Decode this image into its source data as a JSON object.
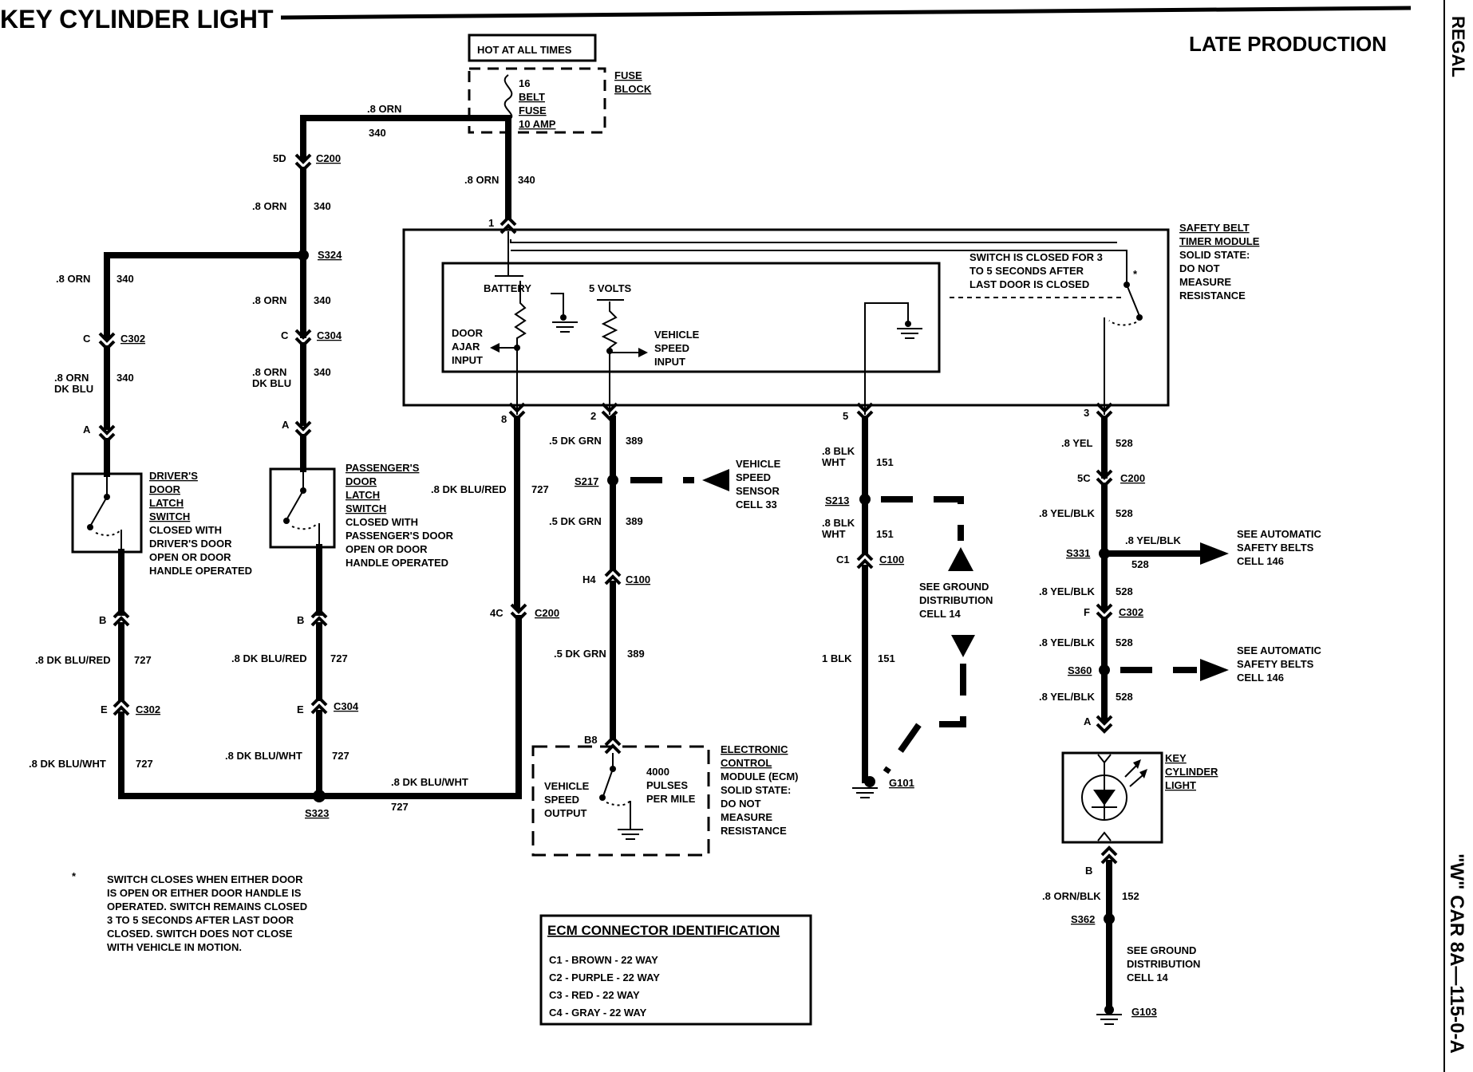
{
  "title": "KEY CYLINDER LIGHT",
  "subtitle": "LATE PRODUCTION",
  "side_top": "REGAL",
  "side_bottom": "\"W\" CAR 8A—115-0-A",
  "hot_label": "HOT AT ALL TIMES",
  "fuse": {
    "lines": [
      "16",
      "BELT",
      "FUSE",
      "10 AMP"
    ],
    "block": [
      "FUSE",
      "BLOCK"
    ]
  },
  "wires": {
    "orn": ".8 ORN",
    "n340": "340",
    "orn_dkblu": [
      ".8 ORN",
      "DK BLU"
    ],
    "dkblu_red": ".8 DK BLU/RED",
    "n727": "727",
    "dkblu_wht": ".8 DK BLU/WHT",
    "dkgrn": ".5 DK GRN",
    "n389": "389",
    "blkwht": [
      ".8 BLK",
      "WHT"
    ],
    "n151": "151",
    "blk": "1 BLK",
    "yel": ".8 YEL",
    "n528": "528",
    "yelblk": ".8 YEL/BLK",
    "ornblk": ".8 ORN/BLK",
    "n152": "152"
  },
  "connectors": {
    "c200": "C200",
    "c302": "C302",
    "c304": "C304",
    "c100": "C100",
    "p5d": "5D",
    "p4c": "4C",
    "p5c": "5C",
    "pC": "C",
    "pA": "A",
    "pB": "B",
    "pE": "E",
    "pH4": "H4",
    "pB8": "B8",
    "pC1": "C1",
    "pF": "F",
    "pin1": "1",
    "pin8": "8",
    "pin2": "2",
    "pin5": "5",
    "pin3": "3"
  },
  "splices": {
    "s324": "S324",
    "s323": "S323",
    "s217": "S217",
    "s213": "S213",
    "s331": "S331",
    "s360": "S360",
    "s362": "S362"
  },
  "grounds": {
    "g101": "G101",
    "g103": "G103"
  },
  "module": {
    "name": [
      "SAFETY BELT",
      "TIMER MODULE"
    ],
    "note": [
      "SOLID STATE:",
      "DO NOT",
      "MEASURE",
      "RESISTANCE"
    ],
    "battery": "BATTERY",
    "volts": "5 VOLTS",
    "door_ajar": [
      "DOOR",
      "AJAR",
      "INPUT"
    ],
    "vss_input": [
      "VEHICLE",
      "SPEED",
      "INPUT"
    ],
    "switch_note": [
      "SWITCH IS CLOSED FOR 3",
      "TO 5 SECONDS AFTER",
      "LAST DOOR IS CLOSED"
    ],
    "star": "*"
  },
  "driver_switch": {
    "name": [
      "DRIVER'S",
      "DOOR",
      "LATCH",
      "SWITCH"
    ],
    "desc": [
      "CLOSED WITH",
      "DRIVER'S DOOR",
      "OPEN OR DOOR",
      "HANDLE OPERATED"
    ]
  },
  "pass_switch": {
    "name": [
      "PASSENGER'S",
      "DOOR",
      "LATCH",
      "SWITCH"
    ],
    "desc": [
      "CLOSED WITH",
      "PASSENGER'S DOOR",
      "OPEN OR DOOR",
      "HANDLE OPERATED"
    ]
  },
  "vss": [
    "VEHICLE",
    "SPEED",
    "SENSOR",
    "CELL 33"
  ],
  "ground_dist": [
    "SEE GROUND",
    "DISTRIBUTION",
    "CELL 14"
  ],
  "auto_belts": [
    "SEE AUTOMATIC",
    "SAFETY BELTS",
    "CELL 146"
  ],
  "key_light": [
    "KEY",
    "CYLINDER",
    "LIGHT"
  ],
  "ecm": {
    "vso": [
      "VEHICLE",
      "SPEED",
      "OUTPUT"
    ],
    "pulses": [
      "4000",
      "PULSES",
      "PER MILE"
    ],
    "name": [
      "ELECTRONIC",
      "CONTROL",
      "MODULE (ECM)"
    ],
    "note": [
      "SOLID STATE:",
      "DO NOT",
      "MEASURE",
      "RESISTANCE"
    ]
  },
  "footnote": {
    "star": "*",
    "lines": [
      "SWITCH CLOSES WHEN EITHER DOOR",
      "IS OPEN OR EITHER DOOR HANDLE IS",
      "OPERATED. SWITCH REMAINS CLOSED",
      "3 TO 5 SECONDS AFTER LAST DOOR",
      "CLOSED. SWITCH DOES NOT CLOSE",
      "WITH VEHICLE IN MOTION."
    ]
  },
  "ecm_table": {
    "title": "ECM CONNECTOR IDENTIFICATION",
    "rows": [
      "C1 - BROWN - 22 WAY",
      "C2 - PURPLE - 22 WAY",
      "C3 - RED     - 22 WAY",
      "C4 - GRAY    - 22 WAY"
    ]
  }
}
